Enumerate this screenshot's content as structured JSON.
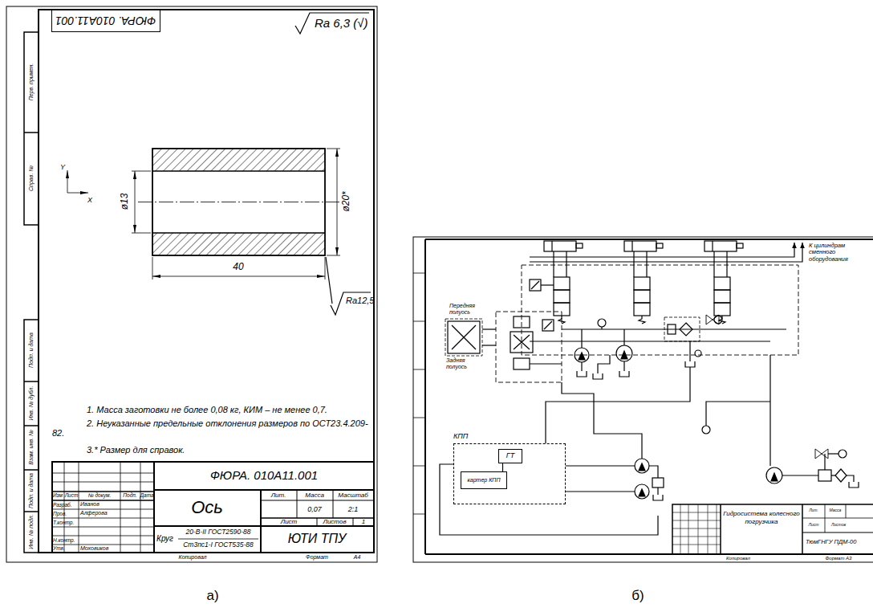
{
  "diagram": {
    "nodes": [
      {
        "text": [
          "ФЮРА. 010А11.001"
        ]
      },
      {
        "text": [
          "КПП"
        ]
      },
      {
        "text": [
          "ГТ"
        ],
        "in": 1
      },
      {
        "text": [
          "картер КПП"
        ],
        "in": 1
      }
    ],
    "edges": [
      {
        "from": 2,
        "to": 3,
        "arrow": "none"
      }
    ],
    "labels": [
      "Ra 6,3 (√)",
      "ø13",
      "ø20*",
      "40",
      "Ra12,5",
      "Y",
      "X",
      "1. Масса заготовки не более 0,08 кг, КИМ – не менее 0,7.",
      "2. Неуказанные предельные отклонения размеров по ОСТ23.4.209-82.",
      "3.* Размер для справок.",
      "Перв. примен.",
      "Справ. №",
      "Подп. и дата",
      "Инв. № дубл.",
      "Взам. инв. №",
      "Подп. и дата",
      "Инв. № подл.",
      "ФЮРА. 010А11.001",
      "Ось",
      "Лит.",
      "Масса",
      "Масштаб",
      "0,07",
      "2:1",
      "Лист",
      "Листов",
      "1",
      "Изм",
      "Лист",
      "№ докум.",
      "Подп.",
      "Дата",
      "Разраб.",
      "Иванов",
      "Пров.",
      "Алферова",
      "Т.контр.",
      "Н.контр.",
      "Утв.",
      "Моховиков",
      "Круг",
      "20-В-II ГОСТ2590-88",
      "Ст3пс1-I ГОСТ535-88",
      "ЮТИ ТПУ",
      "Копировал",
      "Формат",
      "А4",
      "а)",
      "б)",
      "К цилиндрам сменного оборудования",
      "Передняя полуось",
      "Задняя полуось",
      "Гидросистема колесного погрузчика",
      "ТюмГНГУ ПДМ-00",
      "Лит.",
      "Масса",
      "Лист",
      "Листов",
      "Копировал",
      "Формат А3"
    ]
  }
}
